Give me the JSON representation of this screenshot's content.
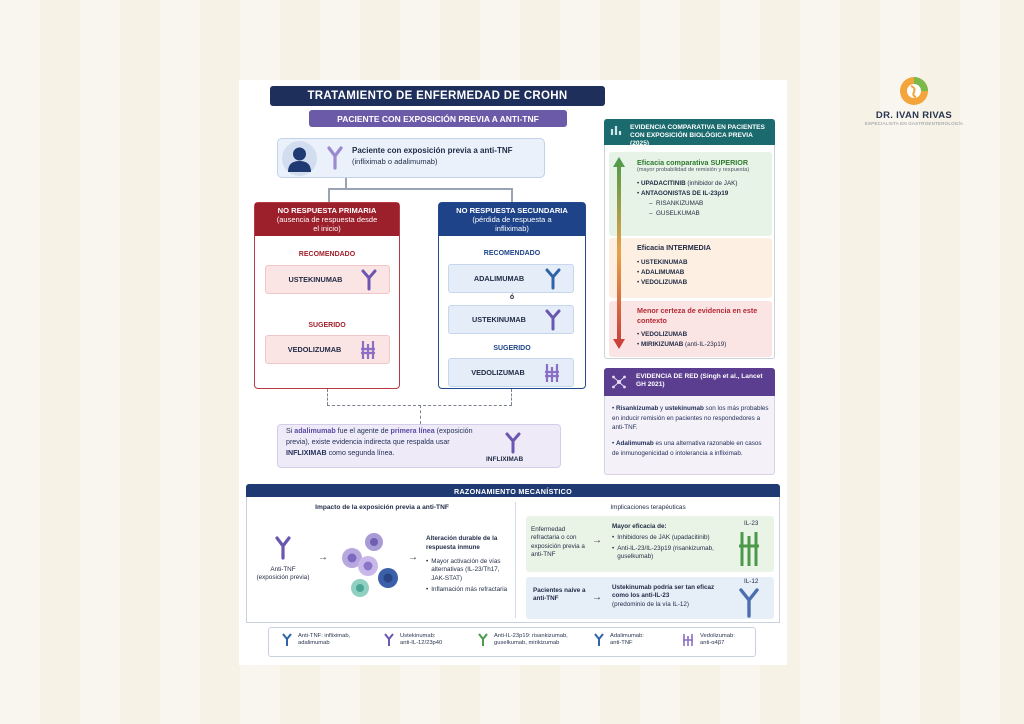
{
  "brand": {
    "name": "DR. IVAN RIVAS",
    "subtitle": "ESPECIALISTA EN GASTROENTEROLOGÍA"
  },
  "colors": {
    "navy": "#1f2f5c",
    "purple": "#6b5aa8",
    "red": "#9c1f2c",
    "blue": "#1e4389",
    "teal": "#1b6a6e",
    "green": "#4a9a4a",
    "network": "#5b3e8f"
  },
  "header": {
    "title": "TRATAMIENTO DE ENFERMEDAD DE CROHN",
    "subtitle": "PACIENTE CON EXPOSICIÓN PREVIA A ANTI-TNF"
  },
  "patient": {
    "title": "Paciente con exposición previa a anti-TNF",
    "detail": "(infliximab o adalimumab)"
  },
  "primary": {
    "title": "NO RESPUESTA PRIMARIA",
    "detail": "(ausencia de respuesta desde el inicio)",
    "recommended_label": "RECOMENDADO",
    "recommended_drug": "USTEKINUMAB",
    "suggested_label": "SUGERIDO",
    "suggested_drug": "VEDOLIZUMAB"
  },
  "secondary": {
    "title": "NO RESPUESTA SECUNDARIA",
    "detail": "(pérdida de respuesta a infliximab)",
    "recommended_label": "RECOMENDADO",
    "drug_1": "ADALIMUMAB",
    "or_label": "ó",
    "drug_2": "USTEKINUMAB",
    "suggested_label": "SUGERIDO",
    "suggested_drug": "VEDOLIZUMAB"
  },
  "adalimumab_note": {
    "p1": "Si ",
    "hl1": "adalimumab",
    "p2": " fue el agente de ",
    "hl2": "primera línea",
    "p3": " (exposición previa), existe evidencia indirecta que respalda usar ",
    "bold": "INFLIXIMAB",
    "p4": " como segunda línea.",
    "drug": "INFLIXIMAB"
  },
  "comparative": {
    "title": "EVIDENCIA COMPARATIVA EN PACIENTES CON EXPOSICIÓN BIOLÓGICA PREVIA (2025)",
    "superior": {
      "title": "Eficacia comparativa SUPERIOR",
      "detail": "(mayor probabilidad de remisión y respuesta)",
      "item1_bold": "UPADACITINIB",
      "item1_rest": " (inhibidor de JAK)",
      "item2_bold": "ANTAGONISTAS DE IL-23p19",
      "sub1": "RISANKIZUMAB",
      "sub2": "GUSELKUMAB"
    },
    "intermediate": {
      "title": "Eficacia INTERMEDIA",
      "item1": "USTEKINUMAB",
      "item2": "ADALIMUMAB",
      "item3": "VEDOLIZUMAB"
    },
    "low": {
      "title": "Menor certeza de evidencia en este contexto",
      "item1": "VEDOLIZUMAB",
      "item2_bold": "MIRIKIZUMAB",
      "item2_rest": " (anti-IL-23p19)"
    }
  },
  "network": {
    "title": "EVIDENCIA DE RED (Singh et al., Lancet GH 2021)",
    "b1_bold": "Risankizumab",
    "b1_mid": " y ",
    "b1_bold2": "ustekinumab",
    "b1_rest": " son los más probables en inducir remisión en pacientes no respondedores a anti-TNF.",
    "b2_bold": "Adalimumab",
    "b2_rest": " es una alternativa razonable en casos de inmunogenicidad o intolerancia a infliximab."
  },
  "mechanism": {
    "title": "RAZONAMIENTO MECANÍSTICO",
    "left_title": "Impacto de la exposición previa a anti-TNF",
    "anti_tnf_label": "Anti-TNF",
    "anti_tnf_detail": "(exposición previa)",
    "effect_title": "Alteración durable de la respuesta inmune",
    "effect_b1": "Mayor activación de vías alternativas (IL-23/Th17, JAK-STAT)",
    "effect_b2": "Inflamación más refractaria",
    "right_title": "Implicaciones terapéuticas",
    "row1_label": "Enfermedad refractaria o con exposición previa a anti-TNF",
    "row1_title": "Mayor eficacia de:",
    "row1_b1": "Inhibidores de JAK (upadacitinib)",
    "row1_b2": "Anti-IL-23/IL-23p19 (risankizumab, guselkumab)",
    "row1_tag": "IL-23",
    "row2_label": "Pacientes naive a anti-TNF",
    "row2_text": "Ustekinumab podría ser tan eficaz como los anti-IL-23",
    "row2_detail": "(predominio de la vía IL-12)",
    "row2_tag": "IL-12"
  },
  "legend": [
    {
      "name": "Anti-TNF: infliximab,",
      "detail": "adalimumab",
      "color": "#2f64a8"
    },
    {
      "name": "Ustekinumab:",
      "detail": "anti-IL-12/23p40",
      "color": "#6b56b0"
    },
    {
      "name": "Anti-IL-23p19: risankizumab,",
      "detail": "guselkumab, mirikizumab",
      "color": "#4a9a4a"
    },
    {
      "name": "Adalimumab:",
      "detail": "anti-TNF",
      "color": "#2f64a8"
    },
    {
      "name": "Vedolizumab:",
      "detail": "anti-α4β7",
      "color": "#8a6fc4"
    }
  ]
}
